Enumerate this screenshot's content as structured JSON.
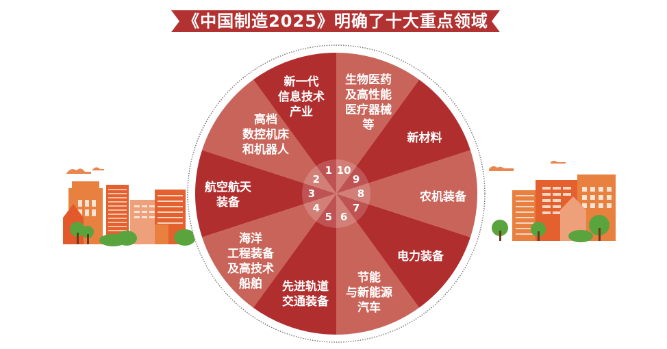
{
  "title": "《中国制造2025》明确了十大重点领域",
  "colors": {
    "banner": "#b23232",
    "segment_dark": "#b12e2e",
    "segment_light": "#c9645a",
    "building_orange": "#e8753f",
    "tree_green": "#5aa43d"
  },
  "segments": [
    {
      "number": "1",
      "label": "新一代\n信息技术\n产业"
    },
    {
      "number": "2",
      "label": "高档\n数控机床\n和机器人"
    },
    {
      "number": "3",
      "label": "航空航天\n装备"
    },
    {
      "number": "4",
      "label": "海洋\n工程装备\n及高技术\n船舶"
    },
    {
      "number": "5",
      "label": "先进轨道\n交通装备"
    },
    {
      "number": "6",
      "label": "节能\n与新能源\n汽车"
    },
    {
      "number": "7",
      "label": "电力装备"
    },
    {
      "number": "8",
      "label": "农机装备"
    },
    {
      "number": "9",
      "label": "新材料"
    },
    {
      "number": "10",
      "label": "生物医药\n及高性能\n医疗器械\n等"
    }
  ]
}
